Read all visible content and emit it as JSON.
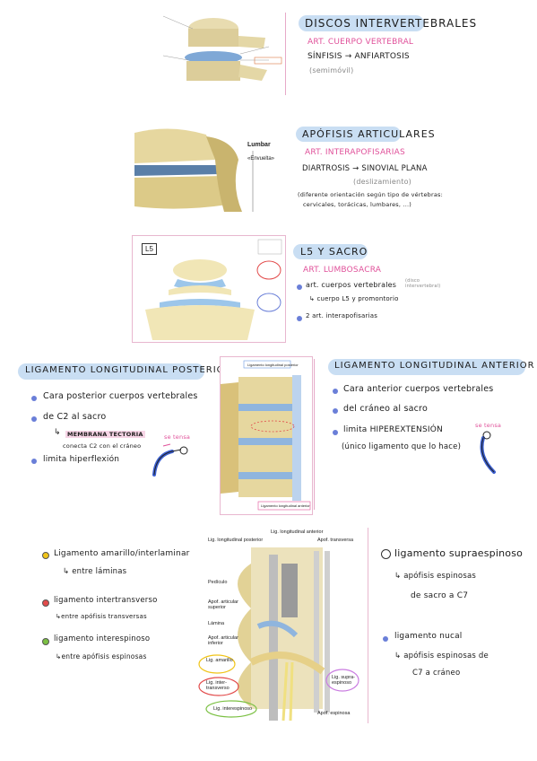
{
  "s1": {
    "title": "DISCOS INTERVERTEBRALES",
    "sub": "ART. CUERPO VERTEBRAL",
    "line1a": "SÍNFISIS",
    "arrow": "→",
    "line1b": "ANFIARTOSIS",
    "note": "(semimóvil)"
  },
  "s2": {
    "title": "APÓFISIS ARTICULARES",
    "sub": "ART. INTERAPOFISARIAS",
    "line1a": "DIARTROSIS",
    "arrow": "→",
    "line1b": "SINOVIAL PLANA",
    "note": "(deslizamiento)",
    "para1": "(diferente orientación según tipo de vértebras:",
    "para2": "cervicales, torácicas, lumbares, ...)",
    "img_title": "Lumbar",
    "img_sub": "«Envuelta»"
  },
  "s3": {
    "title": "L5 Y SACRO",
    "sub": "ART. LUMBOSACRA",
    "b1": "art. cuerpos vertebrales",
    "b1_note": "(disco intervertebral)",
    "b1_sub": "cuerpo L5 y promontorio",
    "b2": "2 art. interapofisarias",
    "img_tag": "L5"
  },
  "s4": {
    "title": "LIGAMENTO LONGITUDINAL POSTERIOR",
    "b1": "Cara posterior cuerpos vertebrales",
    "b2": "de C2 al sacro",
    "b2_sub1": "MEMBRANA TECTORIA",
    "b2_sub2": "conecta C2 con el cráneo",
    "b3": "limita hiperflexión",
    "tensa": "se tensa"
  },
  "s5": {
    "title": "LIGAMENTO LONGITUDINAL ANTERIOR",
    "b1": "Cara anterior cuerpos vertebrales",
    "b2": "del cráneo al sacro",
    "b3": "limita HIPEREXTENSIÓN",
    "b3_sub": "(único ligamento que lo hace)",
    "tensa": "se tensa",
    "img_top": "Ligamento longitudinal posterior",
    "img_bottom": "Ligamento longitudinal anterior"
  },
  "s6": {
    "l1": "Ligamento amarillo/interlaminar",
    "l1_sub": "entre láminas",
    "l2": "ligamento intertransverso",
    "l2_sub": "entre apófisis transversas",
    "l3": "ligamento interespinoso",
    "l3_sub": "entre apófisis espinosas",
    "r1": "ligamento supraespinoso",
    "r1_sub1": "apófisis espinosas",
    "r1_sub2": "de sacro a C7",
    "r2": "ligamento nucal",
    "r2_sub1": "apófisis espinosas de",
    "r2_sub2": "C7 a cráneo",
    "colors": {
      "amarillo": "#f0c419",
      "intertransverso": "#e24b4b",
      "interespinoso": "#7bc043",
      "bullet": "#6a7fd8"
    }
  },
  "diagram": {
    "lbl_ant": "Lig. longitudinal anterior",
    "lbl_post": "Lig. longitudinal posterior",
    "lbl_transv": "Apof. transversa",
    "lbl_pedi": "Pedículo",
    "lbl_sup": "Apof. articular superior",
    "lbl_lam": "Lámina",
    "lbl_inf": "Apof. articular inferior",
    "lbl_amar": "Lig. amarillo",
    "lbl_inter": "Lig. inter-transverso",
    "lbl_supra": "Lig. supra-espinoso",
    "lbl_intesp": "Lig. interespinoso",
    "lbl_espinosa": "Apof. espinosa"
  }
}
